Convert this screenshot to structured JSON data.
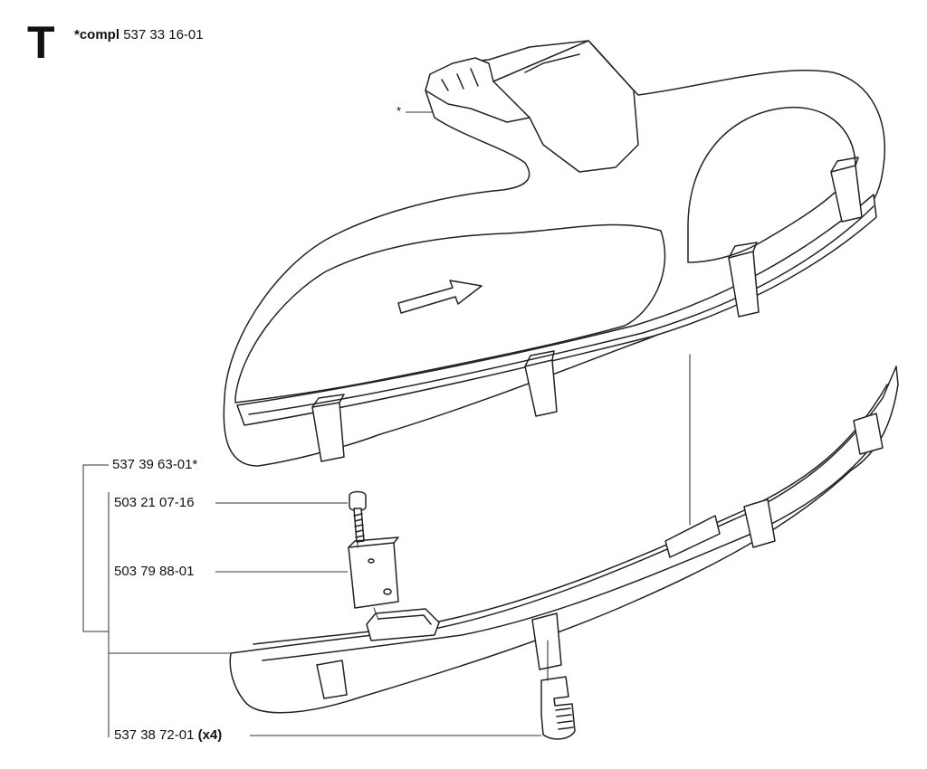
{
  "section_letter": "T",
  "header": {
    "compl_prefix": "*compl",
    "compl_number": "537 33 16-01"
  },
  "parts": [
    {
      "number": "537 39 63-01*",
      "qty": ""
    },
    {
      "number": "503 21 07-16",
      "qty": ""
    },
    {
      "number": "503 79 88-01",
      "qty": ""
    },
    {
      "number": "537 38 72-01",
      "qty": "(x4)"
    }
  ],
  "asterisk_marker": "*",
  "colors": {
    "line": "#222222",
    "fill": "#ffffff",
    "background": "#ffffff"
  }
}
